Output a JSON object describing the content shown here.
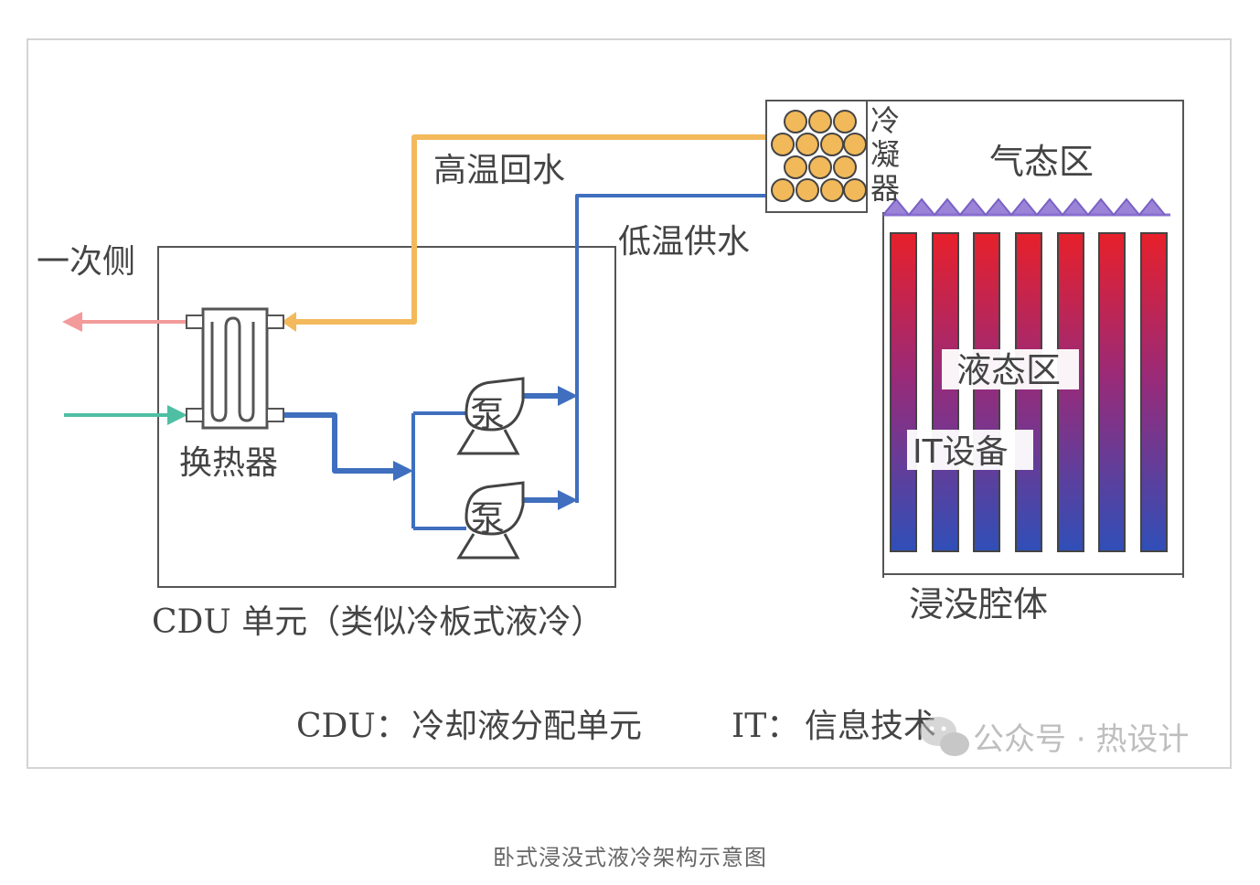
{
  "labels": {
    "primary_side": "一次侧",
    "hot_return": "高温回水",
    "cold_supply": "低温供水",
    "condenser": [
      "冷",
      "凝",
      "器"
    ],
    "gas_zone": "气态区",
    "liquid_zone": "液态区",
    "it_equipment": "IT设备",
    "heat_exchanger": "换热器",
    "pump_1": "泵",
    "pump_2": "泵",
    "cdu_unit": "CDU 单元（类似冷板式液冷）",
    "tank": "浸没腔体"
  },
  "legend": {
    "cdu_term": "CDU：",
    "cdu_desc": "冷却液分配单元",
    "it_term": "IT：",
    "it_desc": "信息技术"
  },
  "watermark": "公众号 · 热设计",
  "caption": "卧式浸没式液冷架构示意图",
  "colors": {
    "hot_pipe": "#f3b95c",
    "cold_pipe": "#3f6fbe",
    "primary_out": "#f39a9a",
    "primary_in": "#4fbfa4",
    "condenser_ball": "#f2b95a",
    "it_top": "#e8202a",
    "it_bottom": "#2f4fb8",
    "gas_line": "#8a6fd0"
  }
}
